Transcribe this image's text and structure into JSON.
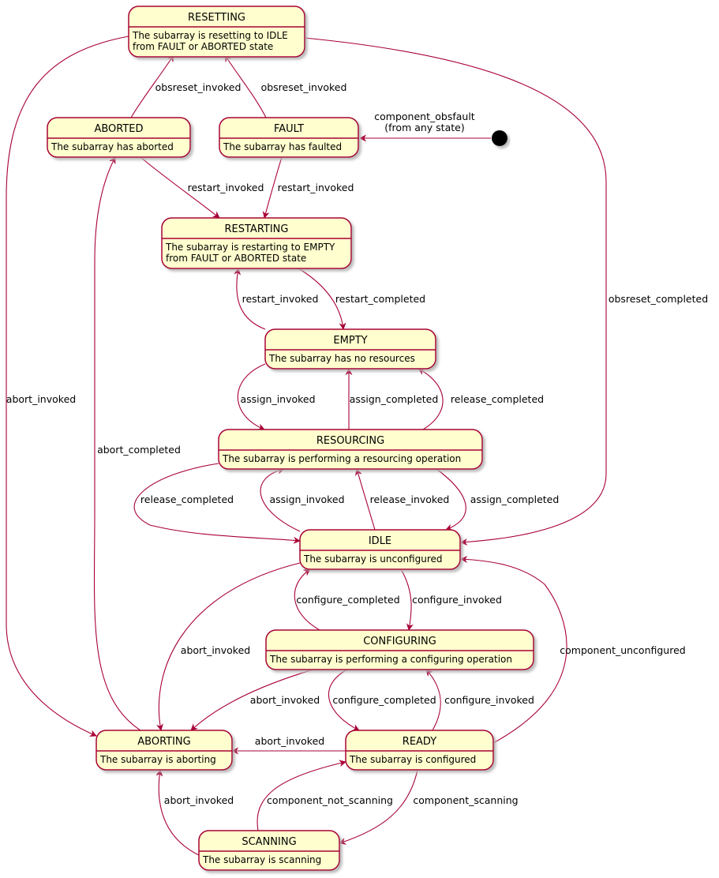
{
  "colors": {
    "state_fill": "#fefece",
    "state_border": "#a80036",
    "edge": "#a80036",
    "shadow": "#b4b4b4",
    "initial_node": "#000000"
  },
  "states": [
    {
      "id": "resetting",
      "name": "RESETTING",
      "description": [
        "The subarray is resetting to IDLE",
        "from FAULT or ABORTED state"
      ]
    },
    {
      "id": "aborted",
      "name": "ABORTED",
      "description": [
        "The subarray has aborted"
      ]
    },
    {
      "id": "fault",
      "name": "FAULT",
      "description": [
        "The subarray has faulted"
      ]
    },
    {
      "id": "restarting",
      "name": "RESTARTING",
      "description": [
        "The subarray is restarting to EMPTY",
        "from FAULT or ABORTED state"
      ]
    },
    {
      "id": "empty",
      "name": "EMPTY",
      "description": [
        "The subarray has no resources"
      ]
    },
    {
      "id": "resourcing",
      "name": "RESOURCING",
      "description": [
        "The subarray is performing a resourcing operation"
      ]
    },
    {
      "id": "idle",
      "name": "IDLE",
      "description": [
        "The subarray is unconfigured"
      ]
    },
    {
      "id": "configuring",
      "name": "CONFIGURING",
      "description": [
        "The subarray is performing a configuring operation"
      ]
    },
    {
      "id": "aborting",
      "name": "ABORTING",
      "description": [
        "The subarray is aborting"
      ]
    },
    {
      "id": "ready",
      "name": "READY",
      "description": [
        "The subarray is configured"
      ]
    },
    {
      "id": "scanning",
      "name": "SCANNING",
      "description": [
        "The subarray is scanning"
      ]
    }
  ],
  "initial_transition": {
    "from": "initial",
    "to": "fault",
    "label": [
      "component_obsfault",
      "(from any state)"
    ]
  },
  "transitions": [
    {
      "id": "e1",
      "from": "aborted",
      "to": "resetting",
      "label": "obsreset_invoked"
    },
    {
      "id": "e2",
      "from": "fault",
      "to": "resetting",
      "label": "obsreset_invoked"
    },
    {
      "id": "e3",
      "from": "resetting",
      "to": "aborting",
      "label": "abort_invoked"
    },
    {
      "id": "e4",
      "from": "resetting",
      "to": "idle",
      "label": "obsreset_completed"
    },
    {
      "id": "e5",
      "from": "aborted",
      "to": "restarting",
      "label": "restart_invoked"
    },
    {
      "id": "e6",
      "from": "fault",
      "to": "restarting",
      "label": "restart_invoked"
    },
    {
      "id": "e7",
      "from": "empty",
      "to": "restarting",
      "label": "restart_invoked"
    },
    {
      "id": "e8",
      "from": "restarting",
      "to": "empty",
      "label": "restart_completed"
    },
    {
      "id": "e9",
      "from": "empty",
      "to": "resourcing",
      "label": "assign_invoked"
    },
    {
      "id": "e10",
      "from": "resourcing",
      "to": "empty",
      "label": "assign_completed"
    },
    {
      "id": "e11",
      "from": "resourcing",
      "to": "empty",
      "label": "release_completed"
    },
    {
      "id": "e12",
      "from": "resourcing",
      "to": "idle",
      "label": "release_completed"
    },
    {
      "id": "e13",
      "from": "idle",
      "to": "resourcing",
      "label": "assign_invoked"
    },
    {
      "id": "e14",
      "from": "idle",
      "to": "resourcing",
      "label": "release_invoked"
    },
    {
      "id": "e15",
      "from": "resourcing",
      "to": "idle",
      "label": "assign_completed"
    },
    {
      "id": "e16",
      "from": "aborting",
      "to": "aborted",
      "label": "abort_completed"
    },
    {
      "id": "e17",
      "from": "idle",
      "to": "aborting",
      "label": "abort_invoked"
    },
    {
      "id": "e18",
      "from": "configuring",
      "to": "idle",
      "label": "configure_completed"
    },
    {
      "id": "e19",
      "from": "idle",
      "to": "configuring",
      "label": "configure_invoked"
    },
    {
      "id": "e20",
      "from": "ready",
      "to": "idle",
      "label": "component_unconfigured"
    },
    {
      "id": "e21",
      "from": "configuring",
      "to": "aborting",
      "label": "abort_invoked"
    },
    {
      "id": "e22",
      "from": "configuring",
      "to": "ready",
      "label": "configure_completed"
    },
    {
      "id": "e23",
      "from": "ready",
      "to": "configuring",
      "label": "configure_invoked"
    },
    {
      "id": "e24",
      "from": "ready",
      "to": "aborting",
      "label": "abort_invoked"
    },
    {
      "id": "e25",
      "from": "scanning",
      "to": "aborting",
      "label": "abort_invoked"
    },
    {
      "id": "e26",
      "from": "scanning",
      "to": "ready",
      "label": "component_not_scanning"
    },
    {
      "id": "e27",
      "from": "ready",
      "to": "scanning",
      "label": "component_scanning"
    }
  ]
}
